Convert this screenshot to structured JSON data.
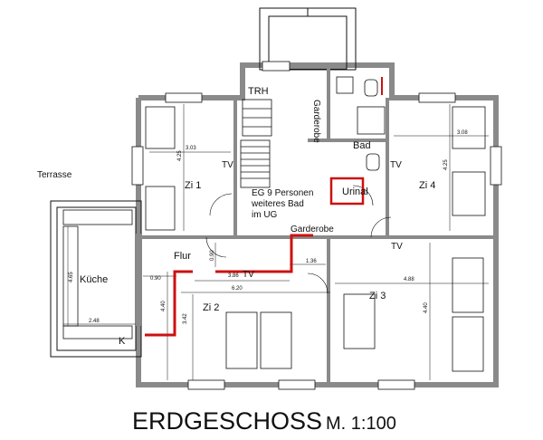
{
  "rooms": {
    "trh": "TRH",
    "garderobe_top": "Garderobe",
    "bad": "Bad",
    "urinal": "Urinal",
    "zi1": "Zi 1",
    "zi2": "Zi 2",
    "zi3": "Zi 3",
    "zi4": "Zi 4",
    "flur": "Flur",
    "kueche": "Küche",
    "terrasse": "Terrasse",
    "garderobe_flur": "Garderobe",
    "k": "K"
  },
  "tv_labels": {
    "zi1": "TV",
    "zi4": "TV",
    "flur": "TV",
    "zi3": "TV"
  },
  "note": {
    "line1": "EG 9 Personen",
    "line2": "weiteres Bad",
    "line3": "im UG"
  },
  "dimensions": {
    "zi1_width": "3.03",
    "zi1_depth": "4.25",
    "zi4_width": "3.08",
    "zi4_depth": "4.25",
    "kueche_depth": "4.65",
    "kueche_width": "2.48",
    "flur_left": "0.90",
    "flur_vert": "0.90",
    "flur_run": "3.86",
    "garderobe": "1.36",
    "zi2_width": "6.20",
    "zi2_depth": "4.40",
    "zi2_inner": "3.42",
    "zi3_width": "4.88",
    "zi3_depth": "4.40"
  },
  "footer": {
    "title": "ERDGESCHOSS",
    "scale": "M. 1:100"
  },
  "colors": {
    "walls": "#8a8a8a",
    "lines": "#111111",
    "highlight": "#cc1111"
  }
}
